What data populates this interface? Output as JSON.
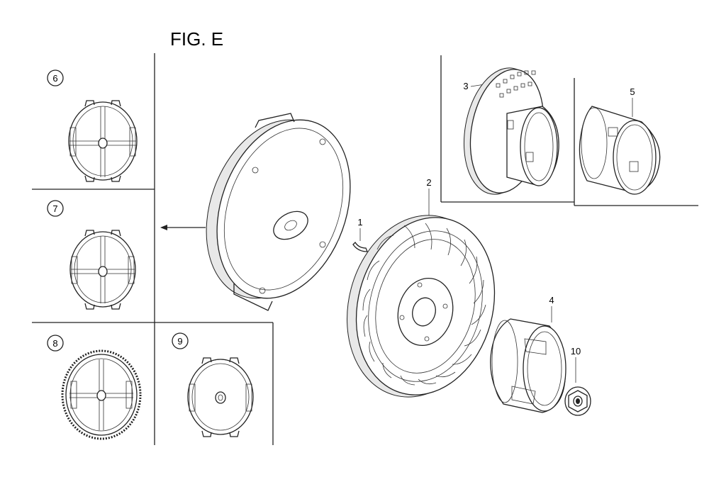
{
  "figure": {
    "title": "FIG. E"
  },
  "callouts": {
    "c1": "1",
    "c2": "2",
    "c3": "3",
    "c4": "4",
    "c5": "5",
    "c6": "6",
    "c7": "7",
    "c8": "8",
    "c9": "9",
    "c10": "10"
  },
  "colors": {
    "line": "#222222",
    "background": "#ffffff"
  }
}
